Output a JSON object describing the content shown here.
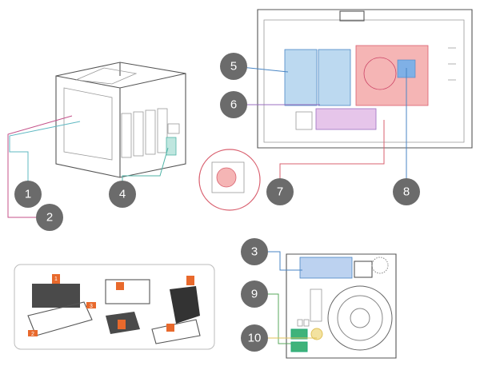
{
  "callouts": [
    {
      "label": "1",
      "color": "#5fb8c2"
    },
    {
      "label": "2",
      "color": "#c4528a"
    },
    {
      "label": "3",
      "color": "#4a86c5"
    },
    {
      "label": "4",
      "color": "#4fb3a6"
    },
    {
      "label": "5",
      "color": "#4a86c5"
    },
    {
      "label": "6",
      "color": "#9b6fc0"
    },
    {
      "label": "7",
      "color": "#d9606f"
    },
    {
      "label": "8",
      "color": "#4a86c5"
    },
    {
      "label": "9",
      "color": "#59a85c"
    },
    {
      "label": "10",
      "color": "#e0c25a"
    }
  ],
  "highlight_colors": {
    "memory": "#bcd9f0",
    "heatsink": "#f5b5b5",
    "m2_slot": "#e6c5ea",
    "expansion": "#bcd2f0",
    "lan_ports": "#3fb37a",
    "arrow": "#e8692c",
    "callout_fill": "#6b6b6b"
  },
  "install_steps": {
    "step1": "1",
    "step2": "2",
    "step3": "3"
  }
}
